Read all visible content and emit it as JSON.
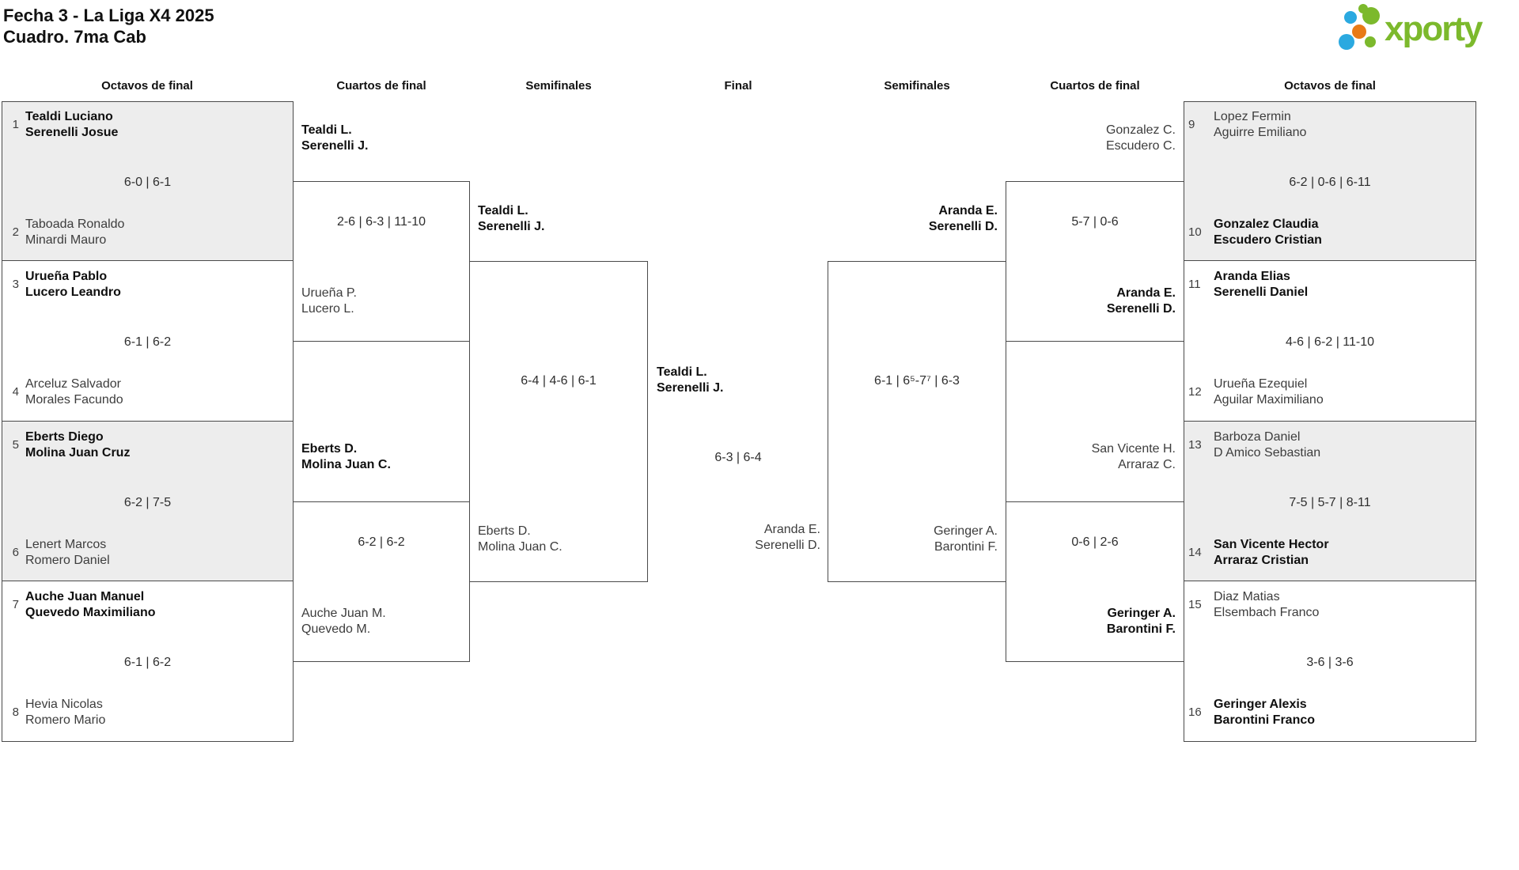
{
  "title": {
    "line1": "Fecha 3 - La Liga X4 2025",
    "line2": "Cuadro. 7ma Cab"
  },
  "logo": {
    "brand": "xporty"
  },
  "colors": {
    "brand_green": "#7cb92c",
    "brand_blue": "#2ba9e0",
    "brand_orange": "#e87a16",
    "line": "#4a4a4a",
    "row_shade": "#ededed"
  },
  "round_headers": {
    "left_r16": "Octavos de final",
    "left_qf": "Cuartos de final",
    "left_sf": "Semifinales",
    "final": "Final",
    "right_sf": "Semifinales",
    "right_qf": "Cuartos de final",
    "right_r16": "Octavos de final"
  },
  "r16_left": [
    {
      "seed_top": "1",
      "top": "Tealdi Luciano\nSerenelli Josue",
      "top_won": true,
      "score": "6-0 | 6-1",
      "seed_bottom": "2",
      "bottom": "Taboada Ronaldo\nMinardi Mauro",
      "bottom_won": false
    },
    {
      "seed_top": "3",
      "top": "Urueña Pablo\nLucero Leandro",
      "top_won": true,
      "score": "6-1 | 6-2",
      "seed_bottom": "4",
      "bottom": "Arceluz Salvador\nMorales Facundo",
      "bottom_won": false
    },
    {
      "seed_top": "5",
      "top": "Eberts Diego\nMolina Juan Cruz",
      "top_won": true,
      "score": "6-2 | 7-5",
      "seed_bottom": "6",
      "bottom": "Lenert Marcos\nRomero Daniel",
      "bottom_won": false
    },
    {
      "seed_top": "7",
      "top": "Auche Juan Manuel\nQuevedo Maximiliano",
      "top_won": true,
      "score": "6-1 | 6-2",
      "seed_bottom": "8",
      "bottom": "Hevia Nicolas\nRomero Mario",
      "bottom_won": false
    }
  ],
  "r16_right": [
    {
      "seed_top": "9",
      "top": "Lopez Fermin\nAguirre Emiliano",
      "top_won": false,
      "score": "6-2 | 0-6 | 6-11",
      "seed_bottom": "10",
      "bottom": "Gonzalez Claudia\nEscudero Cristian",
      "bottom_won": true
    },
    {
      "seed_top": "11",
      "top": "Aranda Elias\nSerenelli Daniel",
      "top_won": true,
      "score": "4-6 | 6-2 | 11-10",
      "seed_bottom": "12",
      "bottom": "Urueña Ezequiel\nAguilar Maximiliano",
      "bottom_won": false
    },
    {
      "seed_top": "13",
      "top": "Barboza Daniel\nD Amico Sebastian",
      "top_won": false,
      "score": "7-5 | 5-7 | 8-11",
      "seed_bottom": "14",
      "bottom": "San Vicente Hector\nArraraz Cristian",
      "bottom_won": true
    },
    {
      "seed_top": "15",
      "top": "Diaz Matias\nElsembach Franco",
      "top_won": false,
      "score": "3-6 | 3-6",
      "seed_bottom": "16",
      "bottom": "Geringer Alexis\nBarontini Franco",
      "bottom_won": true
    }
  ],
  "qf_left": [
    {
      "entrant_top": "Tealdi L.\nSerenelli J.",
      "top_won": true,
      "score": "2-6 | 6-3 | 11-10",
      "entrant_bottom": "Urueña P.\nLucero L.",
      "bottom_won": false
    },
    {
      "entrant_top": "Eberts D.\nMolina Juan C.",
      "top_won": true,
      "score": "6-2 | 6-2",
      "entrant_bottom": "Auche Juan M.\nQuevedo M.",
      "bottom_won": false
    }
  ],
  "qf_right": [
    {
      "entrant_top": "Gonzalez C.\nEscudero C.",
      "top_won": false,
      "score": "5-7 | 0-6",
      "entrant_bottom": "Aranda E.\nSerenelli D.",
      "bottom_won": true
    },
    {
      "entrant_top": "San Vicente H.\nArraraz C.",
      "top_won": false,
      "score": "0-6 | 2-6",
      "entrant_bottom": "Geringer A.\nBarontini F.",
      "bottom_won": true
    }
  ],
  "sf_left": {
    "entrant_top": "Tealdi L.\nSerenelli J.",
    "top_won": true,
    "score": "6-4 | 4-6 | 6-1",
    "entrant_bottom": "Eberts D.\nMolina Juan C.",
    "bottom_won": false
  },
  "sf_right": {
    "entrant_top": "Aranda E.\nSerenelli D.",
    "top_won": true,
    "score": "6-1 | 6⁵-7⁷ | 6-3",
    "entrant_bottom": "Geringer A.\nBarontini F.",
    "bottom_won": false
  },
  "final": {
    "winner": "Tealdi L.\nSerenelli J.",
    "score": "6-3 | 6-4",
    "runner_up": "Aranda E.\nSerenelli D."
  }
}
